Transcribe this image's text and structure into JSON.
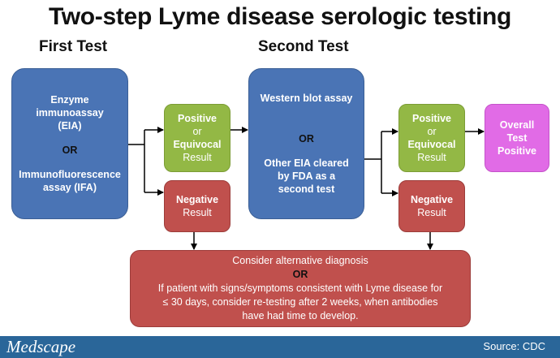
{
  "title": "Two-step Lyme disease serologic testing",
  "headers": {
    "first": "First Test",
    "second": "Second Test"
  },
  "first_test_box": {
    "line1": "Enzyme",
    "line2": "immunoassay",
    "line3": "(EIA)",
    "or": "OR",
    "line4": "Immunofluorescence",
    "line5": "assay (IFA)"
  },
  "positive_box_1": {
    "line1": "Positive",
    "line2": "or",
    "line3": "Equivocal",
    "line4": "Result"
  },
  "negative_box_1": {
    "line1": "Negative",
    "line2": "Result"
  },
  "second_test_box": {
    "line1": "Western blot assay",
    "or": "OR",
    "line2": "Other EIA cleared",
    "line3": "by FDA as a",
    "line4": "second test"
  },
  "positive_box_2": {
    "line1": "Positive",
    "line2": "or",
    "line3": "Equivocal",
    "line4": "Result"
  },
  "negative_box_2": {
    "line1": "Negative",
    "line2": "Result"
  },
  "overall_box": {
    "line1": "Overall",
    "line2": "Test",
    "line3": "Positive"
  },
  "bottom_box": {
    "line1": "Consider alternative diagnosis",
    "or": "OR",
    "line2": "If patient with signs/symptoms consistent with Lyme disease for",
    "line3": "≤ 30 days, consider re-testing after 2 weeks, when antibodies",
    "line4": "have had time to develop."
  },
  "footer": {
    "brand": "Medscape",
    "source": "Source: CDC"
  },
  "colors": {
    "blue": "#4a74b5",
    "green": "#93b845",
    "red": "#c0504d",
    "pink": "#e16be6",
    "footer": "#2a6699"
  }
}
